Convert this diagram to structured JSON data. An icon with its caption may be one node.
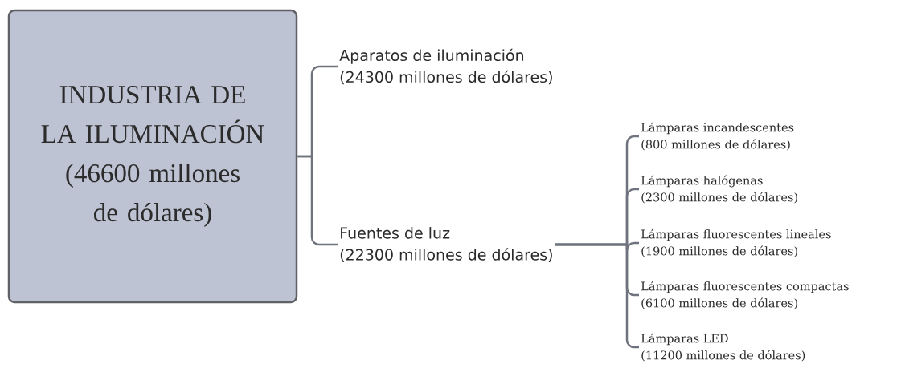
{
  "diagram": {
    "nodes": [
      {
        "text": [
          "INDUSTRIA DE LA ILUMINACIÓN (46600 millones de dólares)"
        ]
      },
      {
        "text": [
          "Aparatos de iluminación",
          "(24300 millones de dólares)"
        ]
      },
      {
        "text": [
          "Fuentes de luz",
          "(22300 millones de dólares)"
        ]
      },
      {
        "text": [
          "Lámparas incandescentes",
          "(800 millones de dólares)"
        ]
      },
      {
        "text": [
          "Lámparas halógenas",
          "(2300 millones de dólares)"
        ]
      },
      {
        "text": [
          "Lámparas fluorescentes lineales",
          "(1900 millones de dólares)"
        ]
      },
      {
        "text": [
          "Lámparas fluorescentes compactas",
          "(6100 millones de dólares)"
        ]
      },
      {
        "text": [
          "Lámparas LED",
          "(11200 millones de dólares)"
        ]
      }
    ],
    "edges": [
      {
        "from": 0,
        "to": 1,
        "arrow": "none"
      },
      {
        "from": 0,
        "to": 2,
        "arrow": "none"
      },
      {
        "from": 2,
        "to": 3,
        "arrow": "none"
      },
      {
        "from": 2,
        "to": 4,
        "arrow": "none"
      },
      {
        "from": 2,
        "to": 5,
        "arrow": "none"
      },
      {
        "from": 2,
        "to": 6,
        "arrow": "none"
      },
      {
        "from": 2,
        "to": 7,
        "arrow": "none"
      }
    ]
  }
}
